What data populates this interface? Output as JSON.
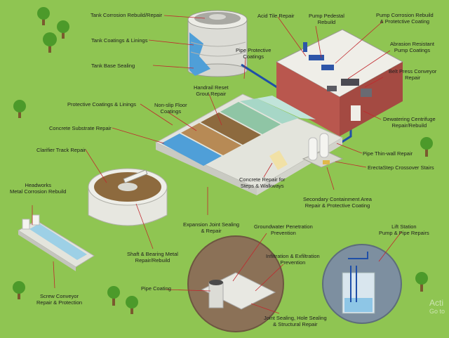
{
  "colors": {
    "grass": "#8fc552",
    "leader": "#c0282d",
    "pipe": "#1f4fa8",
    "water": "#4f9fd8",
    "concrete": "#e3e4dc",
    "brick": "#b9574e"
  },
  "labels": {
    "tank_corrosion": "Tank Corrosion Rebuild/Repair",
    "tank_coatings": "Tank Coatings & Linings",
    "tank_base": "Tank Base Sealing",
    "acid_tile": "Acid Tile Repair",
    "pump_pedestal": [
      "Pump Pedestal",
      "Rebuild"
    ],
    "pump_corrosion": [
      "Pump Corrosion Rebuild",
      "& Protetctive Coating"
    ],
    "pipe_protective": [
      "Pipe Protective",
      "Coatings"
    ],
    "abrasion": [
      "Abrasion Resistant",
      "Pump Coatings"
    ],
    "belt_press": [
      "Belt Press Conveyor",
      "Repair"
    ],
    "handrail": [
      "Handrail Reset",
      "Grout Repair"
    ],
    "protective_linings": "Protective Coatings & Linings",
    "nonslip": [
      "Non-slip Floor",
      "Coatings"
    ],
    "dewatering": [
      "Dewatering Centrifuge",
      "Repair/Rebuild"
    ],
    "concrete_substrate": "Concrete Substrate Repair",
    "pipe_thinwall": "Pipe Thin-wall Repair",
    "clarifier": "Clarifier Track Repair",
    "erectastep": "ErectaStep Crossover Stairs",
    "headworks": [
      "Headworks",
      "Metal Corrosion Rebuild"
    ],
    "concrete_steps": [
      "Concrete Repair for",
      "Steps & Walkways"
    ],
    "secondary": [
      "Secondary Containment Area",
      "Repair & Protective Coating"
    ],
    "expansion": [
      "Expansion Joint Sealing",
      "& Repair"
    ],
    "groundwater": [
      "Groundwater Penetration",
      "Prevention"
    ],
    "lift_station": [
      "Lift Station",
      "Pump & Pipe Repairs"
    ],
    "shaft": [
      "Shaft & Bearing Metal",
      "Repair/Rebuild"
    ],
    "infiltration": [
      "Infiltration & Exfiltration",
      "Prevention"
    ],
    "pipe_coating": "Pipe Coating",
    "screw_conveyor": [
      "Screw Conveyor",
      "Repair & Protection"
    ],
    "joint_sealing": [
      "Joint Sealing, Hole Sealing",
      "& Structural Repair"
    ]
  },
  "watermark": {
    "line1": "Acti",
    "line2": "Go to"
  }
}
